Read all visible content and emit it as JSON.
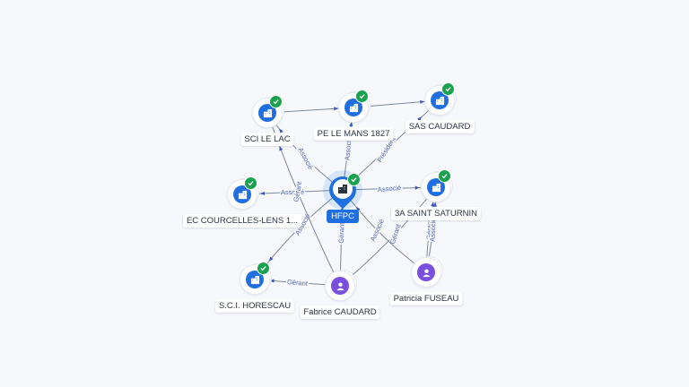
{
  "colors": {
    "accent": "#1f6fe0",
    "company": "#1f6fe0",
    "person": "#7a4fe0",
    "verified": "#1aa24e",
    "edge": "#7d8898",
    "edge_label": "#5266b5",
    "background": "#f6f8fc"
  },
  "center": {
    "id": "hfpc",
    "label": "HFPC",
    "icon": "building-icon",
    "verified": true
  },
  "nodes": [
    {
      "id": "sci-le-lac",
      "label": "SCI LE LAC",
      "type": "company",
      "icon": "building-icon",
      "verified": true
    },
    {
      "id": "pe-le-mans",
      "label": "PE LE MANS 1827",
      "type": "company",
      "icon": "building-icon",
      "verified": true
    },
    {
      "id": "sas-caudard",
      "label": "SAS CAUDARD",
      "type": "company",
      "icon": "building-icon",
      "verified": true
    },
    {
      "id": "ec-courcelles",
      "label": "EC COURCELLES-LENS 1...",
      "type": "company",
      "icon": "building-icon",
      "verified": true
    },
    {
      "id": "3a-saint-saturnin",
      "label": "3A SAINT SATURNIN",
      "type": "company",
      "icon": "building-icon",
      "verified": true
    },
    {
      "id": "sci-horescau",
      "label": "S.C.I. HORESCAU",
      "type": "company",
      "icon": "building-icon",
      "verified": true
    },
    {
      "id": "fabrice-caudard",
      "label": "Fabrice CAUDARD",
      "type": "person",
      "icon": "person-icon",
      "verified": false
    },
    {
      "id": "patricia-fuseau",
      "label": "Patricia FUSEAU",
      "type": "person",
      "icon": "person-icon",
      "verified": false
    }
  ],
  "edges": [
    {
      "id": "e1",
      "from": "hfpc",
      "to": "sci-le-lac",
      "label": "Associé"
    },
    {
      "id": "e2",
      "from": "hfpc",
      "to": "pe-le-mans",
      "label": "Associé"
    },
    {
      "id": "e3",
      "from": "hfpc",
      "to": "sas-caudard",
      "label": "Président"
    },
    {
      "id": "e4",
      "from": "hfpc",
      "to": "ec-courcelles",
      "label": "Associé"
    },
    {
      "id": "e5",
      "from": "hfpc",
      "to": "3a-saint-saturnin",
      "label": "Associé"
    },
    {
      "id": "e6",
      "from": "hfpc",
      "to": "sci-horescau",
      "label": "Associé"
    },
    {
      "id": "e7",
      "from": "fabrice-caudard",
      "to": "hfpc",
      "label": "Gérant"
    },
    {
      "id": "e8",
      "from": "fabrice-caudard",
      "to": "sci-horescau",
      "label": "Gérant"
    },
    {
      "id": "e9",
      "from": "fabrice-caudard",
      "to": "sci-le-lac",
      "label": "Gérant"
    },
    {
      "id": "e10",
      "from": "fabrice-caudard",
      "to": "3a-saint-saturnin",
      "label": "Gérant"
    },
    {
      "id": "e11",
      "from": "patricia-fuseau",
      "to": "hfpc",
      "label": "Associé"
    },
    {
      "id": "e12",
      "from": "patricia-fuseau",
      "to": "3a-saint-saturnin",
      "label": "Gérant"
    },
    {
      "id": "e13",
      "from": "patricia-fuseau",
      "to": "3a-saint-saturnin",
      "label": "Associé"
    },
    {
      "id": "e14",
      "from": "sci-le-lac",
      "to": "pe-le-mans",
      "label": ""
    },
    {
      "id": "e15",
      "from": "pe-le-mans",
      "to": "sas-caudard",
      "label": ""
    }
  ]
}
